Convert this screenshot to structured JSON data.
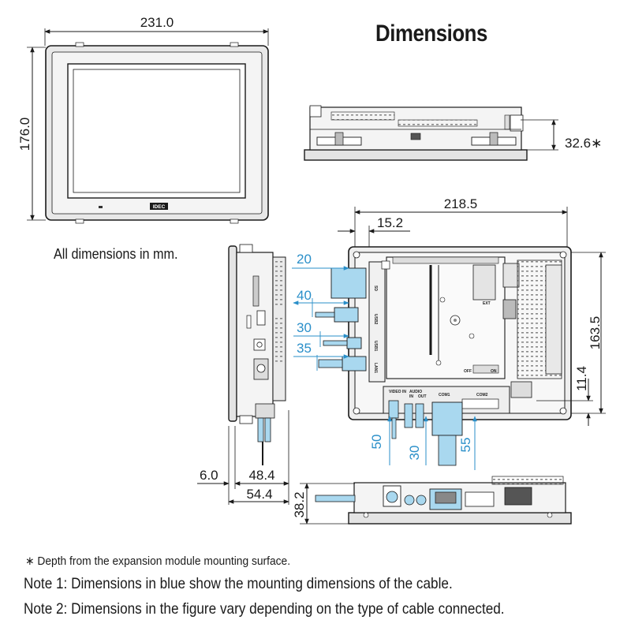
{
  "title": "Dimensions",
  "unit_note": "All dimensions in mm.",
  "footnotes": {
    "star": "∗ Depth from the expansion module mounting surface.",
    "note1": "Note 1:  Dimensions in blue show the mounting dimensions of the cable.",
    "note2": "Note 2:  Dimensions in the figure vary depending on the type of cable connected."
  },
  "front_view": {
    "width_label": "231.0",
    "height_label": "176.0",
    "logo_text": "IDEC"
  },
  "top_view": {
    "depth_label": "32.6∗"
  },
  "side_view": {
    "bezel_label": "6.0",
    "body_label": "48.4",
    "total_label": "54.4"
  },
  "rear_view": {
    "cutout_width_label": "218.5",
    "offset_label": "15.2",
    "height_label": "163.5",
    "bottom_label": "11.4",
    "port_labels": {
      "sd": "SD",
      "usb1": "USB1",
      "usb2": "USB2",
      "lan": "LAN1",
      "ext": "EXT",
      "off": "OFF",
      "on": "ON",
      "video_in": "VIDEO IN",
      "audio": "AUDIO",
      "audio_in": "IN",
      "audio_out": "OUT",
      "com1": "COM1",
      "com2": "COM2"
    },
    "cable_dims_left": [
      "20",
      "40",
      "30",
      "35"
    ],
    "cable_dims_bottom": [
      "50",
      "30",
      "55"
    ]
  },
  "bottom_view": {
    "height_label": "38.2"
  },
  "colors": {
    "line": "#1a1a1a",
    "cable_dimension_blue": "#2a8fc9",
    "cable_fill": "#a9d8ef",
    "bezel_gray": "#e4e4e4",
    "body_gray": "#d6d6d6"
  }
}
